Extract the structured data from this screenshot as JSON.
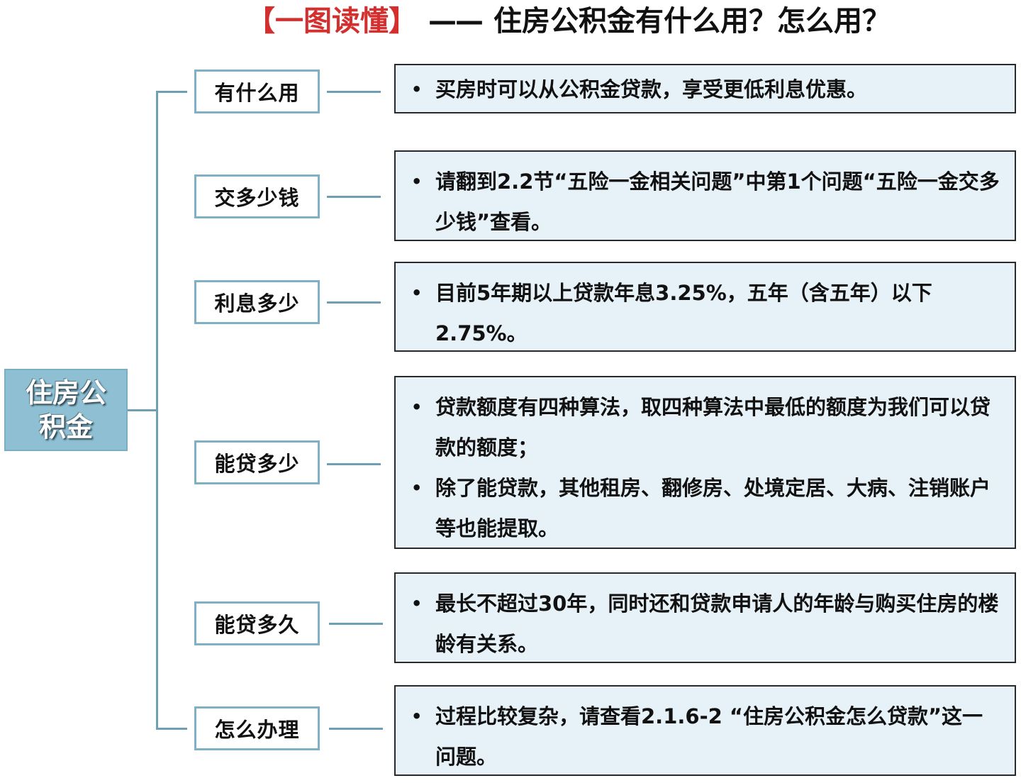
{
  "title": {
    "prefix": "【一图读懂】",
    "dash": "——",
    "main": "住房公积金有什么用？怎么用？"
  },
  "root": {
    "label": "住房公积金"
  },
  "colors": {
    "title_accent": "#d32f2f",
    "root_fill": "#8fbfd3",
    "branch_border": "#7fb0c4",
    "leaf_fill": "#e6f1f8",
    "connector": "#6f9fb3"
  },
  "branches": [
    {
      "label": "有什么用",
      "items": [
        "买房时可以从公积金贷款，享受更低利息优惠。"
      ]
    },
    {
      "label": "交多少钱",
      "items": [
        "请翻到2.2节“五险一金相关问题”中第1个问题“五险一金交多少钱”查看。"
      ]
    },
    {
      "label": "利息多少",
      "items": [
        "目前5年期以上贷款年息3.25%，五年（含五年）以下2.75%。"
      ]
    },
    {
      "label": "能贷多少",
      "items": [
        "贷款额度有四种算法，取四种算法中最低的额度为我们可以贷款的额度；",
        "除了能贷款，其他租房、翻修房、处境定居、大病、注销账户等也能提取。"
      ]
    },
    {
      "label": "能贷多久",
      "items": [
        "最长不超过30年，同时还和贷款申请人的年龄与购买住房的楼龄有关系。"
      ]
    },
    {
      "label": "怎么办理",
      "items": [
        "过程比较复杂，请查看2.1.6-2 “住房公积金怎么贷款”这一问题。"
      ]
    }
  ]
}
